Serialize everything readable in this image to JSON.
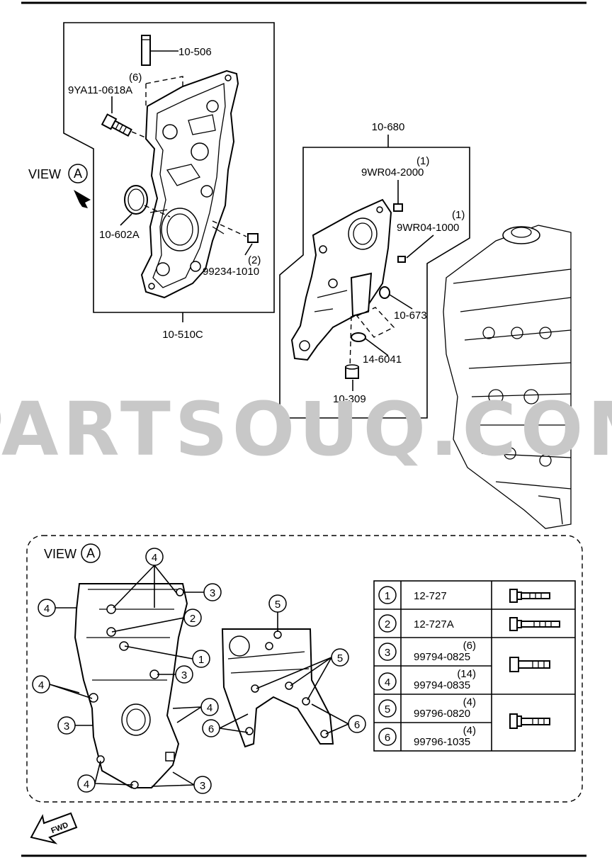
{
  "upper": {
    "left_group_code": "10-510C",
    "right_group_code": "10-680",
    "view_text": "VIEW",
    "view_letter": "A",
    "labels": {
      "p10_506": "10-506",
      "p9ya11_qty": "(6)",
      "p9ya11": "9YA11-0618A",
      "p10_602a": "10-602A",
      "p99234_qty": "(2)",
      "p99234": "99234-1010",
      "p9wr04_2000_qty": "(1)",
      "p9wr04_2000": "9WR04-2000",
      "p9wr04_1000_qty": "(1)",
      "p9wr04_1000": "9WR04-1000",
      "p10_673": "10-673",
      "p14_6041": "14-6041",
      "p10_309": "10-309"
    }
  },
  "watermark": "PARTSOUQ.COM",
  "view_a": {
    "title_text": "VIEW",
    "title_letter": "A",
    "callouts": {
      "c1": "1",
      "c2": "2",
      "c3": "3",
      "c4": "4",
      "c5": "5",
      "c6": "6"
    }
  },
  "legend": {
    "rows": [
      {
        "num": "1",
        "qty": "",
        "part": "12-727"
      },
      {
        "num": "2",
        "qty": "",
        "part": "12-727A"
      },
      {
        "num": "3",
        "qty": "(6)",
        "part": "99794-0825"
      },
      {
        "num": "4",
        "qty": "(14)",
        "part": "99794-0835"
      },
      {
        "num": "5",
        "qty": "(4)",
        "part": "99796-0820"
      },
      {
        "num": "6",
        "qty": "(4)",
        "part": "99796-1035"
      }
    ]
  },
  "fwd_label": "FWD"
}
